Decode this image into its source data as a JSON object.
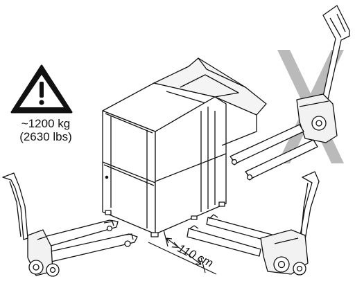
{
  "warning": {
    "icon": "warning-triangle-icon",
    "weight_kg": "~1200 kg",
    "weight_lbs": "(2630 lbs)"
  },
  "dimension": {
    "label": ">110 cm"
  },
  "status": {
    "wrong_marker": "cross-mark-icon",
    "wrong_color": "#b0b0b0"
  },
  "colors": {
    "line": "#111111",
    "fill": "#ffffff",
    "shade": "#e6e6e6"
  }
}
